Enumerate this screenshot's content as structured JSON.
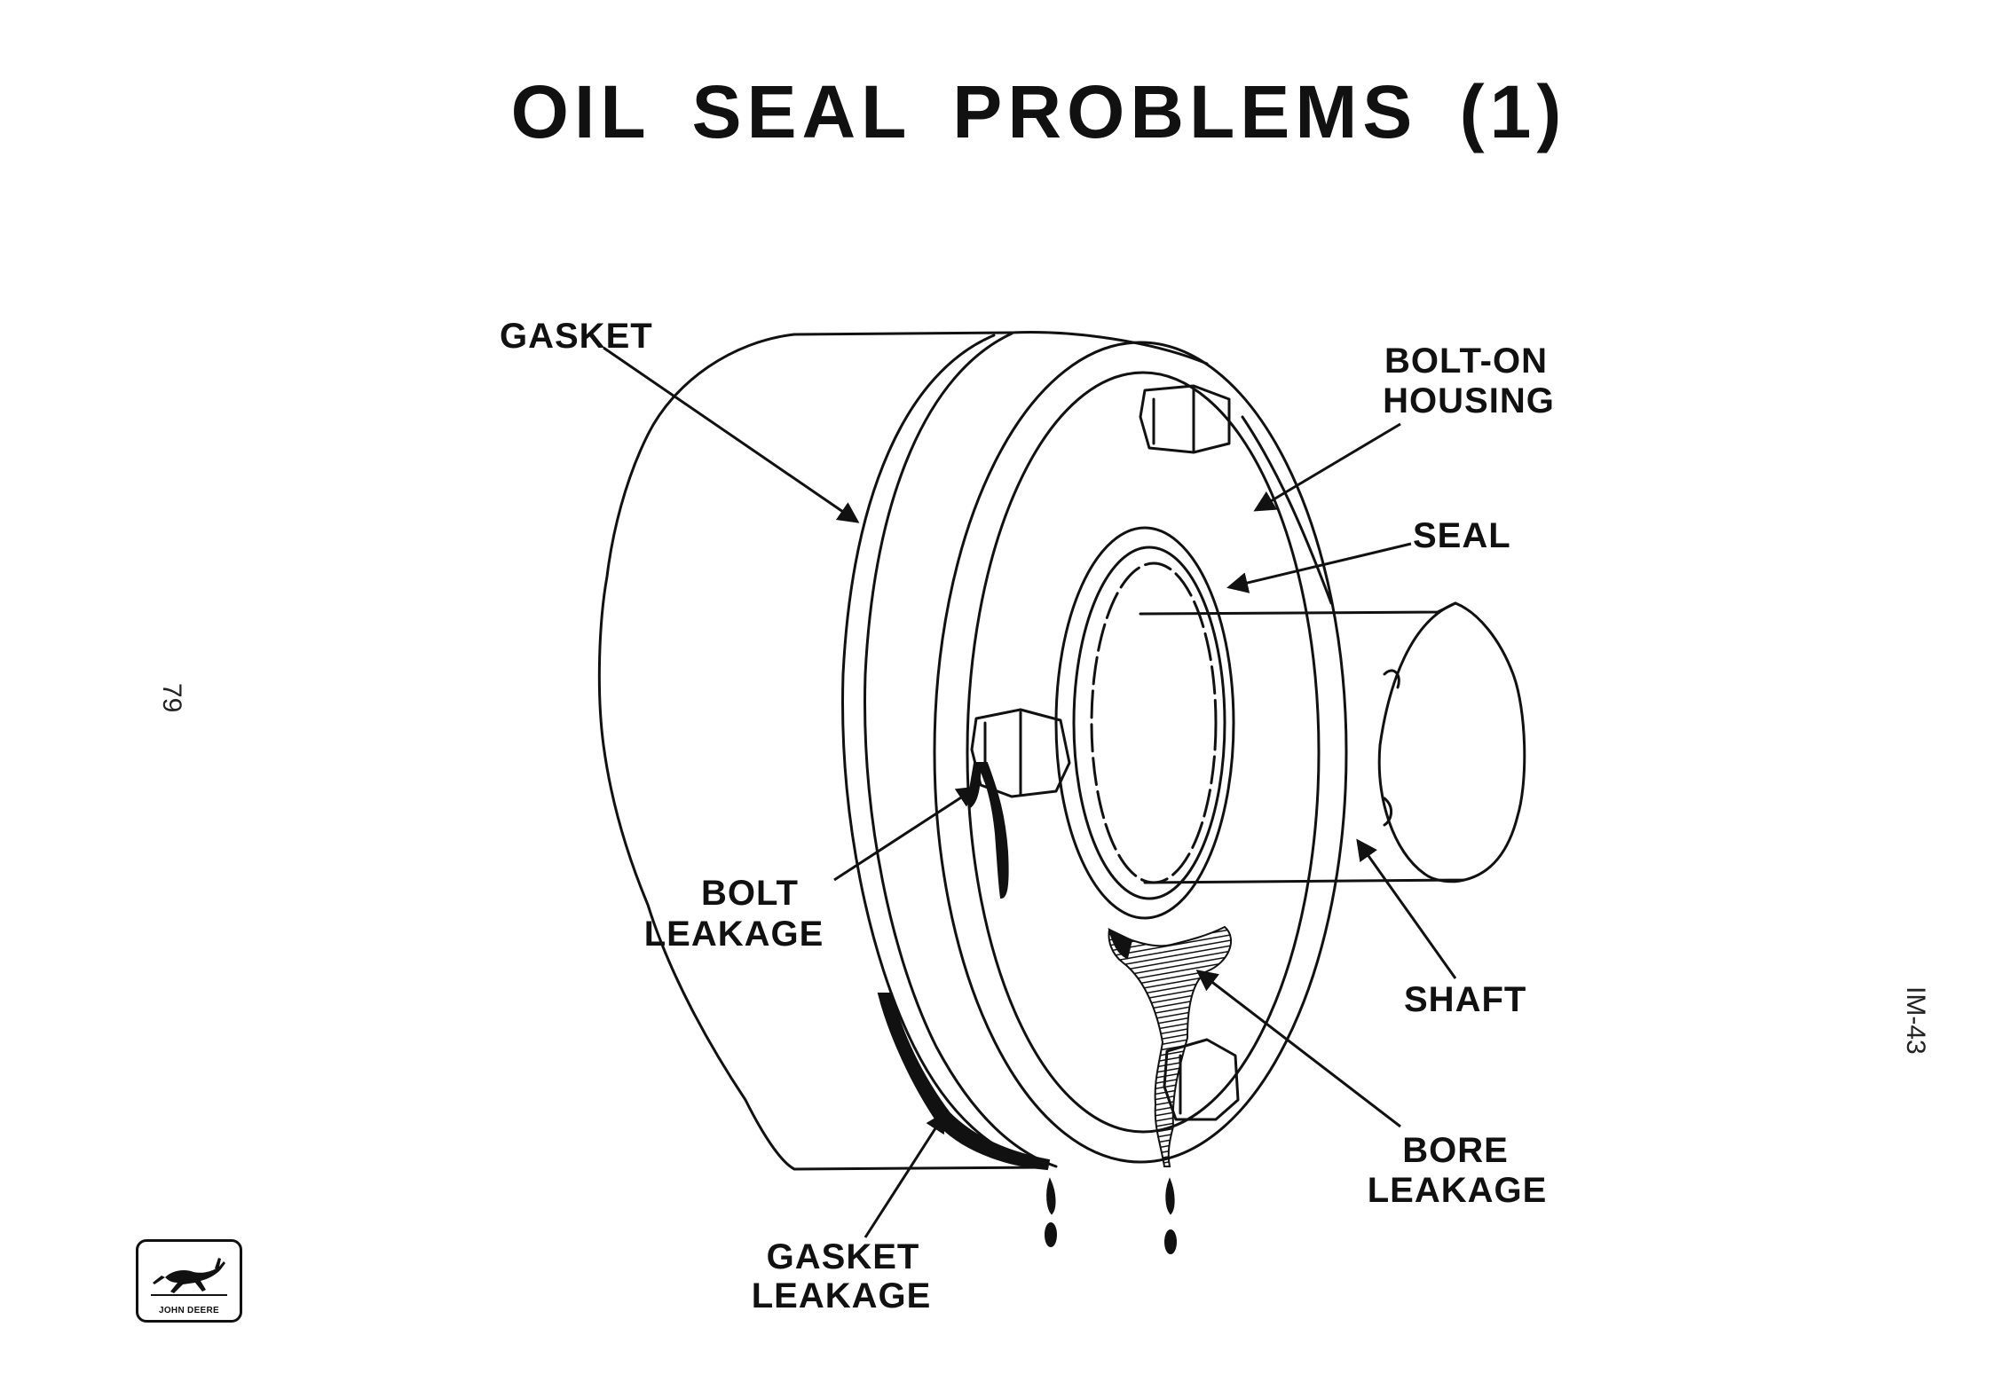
{
  "title": "OIL SEAL PROBLEMS (1)",
  "labels": {
    "gasket": "GASKET",
    "bolt_on_housing": [
      "BOLT-ON",
      "HOUSING"
    ],
    "seal": "SEAL",
    "bolt_leakage": [
      "BOLT",
      "LEAKAGE"
    ],
    "shaft": "SHAFT",
    "bore_leakage": [
      "BORE",
      "LEAKAGE"
    ],
    "gasket_leakage": [
      "GASKET",
      "LEAKAGE"
    ]
  },
  "page_number": "79",
  "doc_code": "IM-43",
  "logo": {
    "text": "JOHN DEERE",
    "icon": "leaping-deer-icon"
  },
  "colors": {
    "ink": "#111111",
    "background": "#ffffff"
  }
}
